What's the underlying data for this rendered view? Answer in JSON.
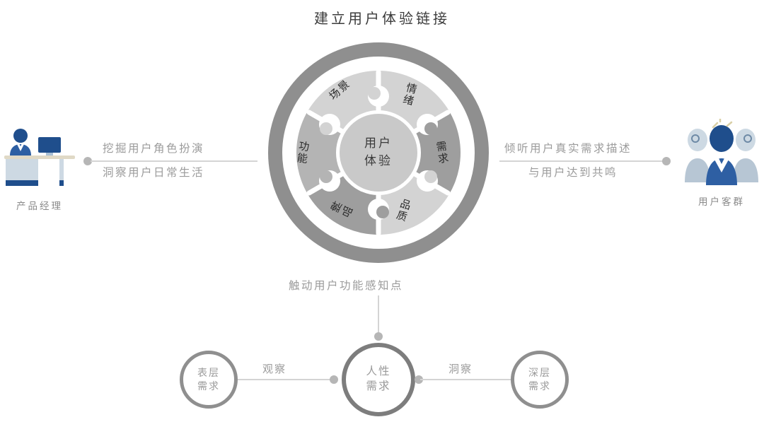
{
  "title": "建立用户体验链接",
  "wheel": {
    "center": {
      "line1": "用户",
      "line2": "体验"
    },
    "segments": [
      {
        "id": "scene",
        "label": "场景"
      },
      {
        "id": "emotion",
        "label": "情绪"
      },
      {
        "id": "demand",
        "label": "需求"
      },
      {
        "id": "quality",
        "label": "品质"
      },
      {
        "id": "brand",
        "label": "品牌"
      },
      {
        "id": "feature",
        "label": "功能"
      }
    ],
    "colors": {
      "outer_ring": "#8f8f8f",
      "segment_light": "#d3d3d3",
      "segment_dark": "#9e9e9e",
      "center_disc": "#c9c9c9",
      "gap": "#ffffff"
    }
  },
  "left": {
    "icon": "product-manager-at-desk-icon",
    "caption": "产品经理",
    "text_line1": "挖掘用户角色扮演",
    "text_line2": "洞察用户日常生活"
  },
  "right": {
    "icon": "user-group-icon",
    "caption": "用户客群",
    "text_line1": "倾听用户真实需求描述",
    "text_line2": "与用户达到共鸣"
  },
  "bottom": {
    "connector_text": "触动用户功能感知点",
    "nodes": [
      {
        "id": "surface",
        "line1": "表层",
        "line2": "需求"
      },
      {
        "id": "human",
        "line1": "人性",
        "line2": "需求"
      },
      {
        "id": "deep",
        "line1": "深层",
        "line2": "需求"
      }
    ],
    "edges": [
      {
        "id": "observe",
        "label": "观察"
      },
      {
        "id": "insight",
        "label": "洞察"
      }
    ]
  },
  "palette": {
    "accent_blue_dark": "#1f4e8c",
    "accent_blue_mid": "#2e5fa3",
    "accent_blue_light": "#a9bfd4",
    "neutral_gray": "#8f8f8f",
    "text_gray": "#9b9b9b"
  }
}
